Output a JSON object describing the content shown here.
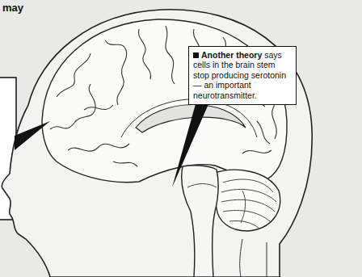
{
  "diagram": {
    "nodes": [
      {
        "text": [
          "Another theory",
          "says cells in the brain stem stop producing serotonin — an important neurotransmitter."
        ]
      }
    ],
    "labels": [
      "may"
    ]
  }
}
